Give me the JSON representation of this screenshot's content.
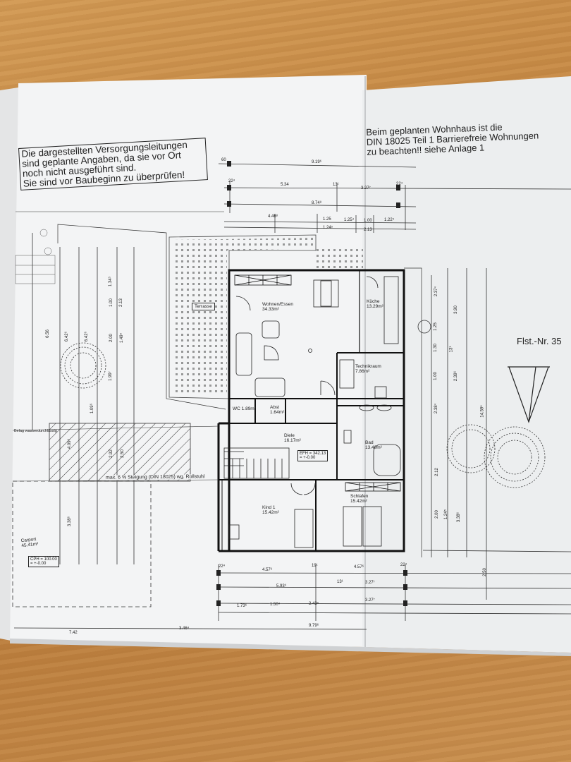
{
  "notes": {
    "supply_lines": [
      "Die dargestellten Versorgungsleitungen",
      "sind geplante Angaben, da sie vor Ort",
      "noch nicht ausgeführt sind.",
      "Sie sind vor Baubeginn zu überprüfen!"
    ],
    "accessibility": [
      "Beim geplanten Wohnhaus ist die",
      "DIN 18025 Teil 1 Barrierefreie Wohnungen",
      "zu beachten!! siehe Anlage 1"
    ]
  },
  "parcel_label": "Flst.-Nr. 35",
  "rooms": {
    "wohnen": {
      "name": "Wohnen/Essen",
      "area": "34.33m²"
    },
    "kueche": {
      "name": "Küche",
      "area": "13.29m²"
    },
    "technik": {
      "name": "Technikraum",
      "area": "7.86m²"
    },
    "wc": {
      "name": "WC",
      "area": "1.89m²"
    },
    "abst": {
      "name": "Abst",
      "area": "1.64m²"
    },
    "diele": {
      "name": "Diele",
      "area": "16.17m²"
    },
    "bad": {
      "name": "Bad",
      "area": "13.40m²"
    },
    "kind": {
      "name": "Kind 1",
      "area": "15.42m²"
    },
    "schlafen": {
      "name": "Schlafen",
      "area": "15.42m²"
    },
    "terrasse": {
      "name": "Terrasse"
    },
    "carport": {
      "name": "Carport",
      "area": "45.41m²"
    }
  },
  "levels": {
    "efh": "EFH = 342.13",
    "efh_rel": "= +-0.00",
    "cph": "CPH = 100.00",
    "cph_rel": "= +-0.00"
  },
  "ramp_text": "max. 6 % Steigung (DIN 18025) wg. Rollstuhl",
  "zufahrt_text": "Belag wasserdurchlässig",
  "dimensions": {
    "top": [
      "60",
      "9.19⁶",
      "22⁴",
      "5.34",
      "13¹",
      "3.27⁷",
      "22⁴",
      "8.74⁸",
      "4.46⁸",
      "1.25",
      "1.25⁴",
      "1.00",
      "1.22⁴",
      "1.24⁵",
      "2.13"
    ],
    "bottom": [
      "22⁴",
      "4.57⁶",
      "19¹",
      "4.57⁶",
      "22⁴",
      "5.93⁹",
      "13¹",
      "3.27⁷",
      "1.73⁶",
      "1.50⁴",
      "2.43⁵",
      "3.27⁷",
      "7.42",
      "3.46⁴",
      "9.79⁶"
    ],
    "right": [
      "2.37⁴",
      "3.90",
      "1.25",
      "1.30",
      "13¹",
      "1.00",
      "2.38⁴",
      "2.39⁶",
      "14.59⁶",
      "2.12",
      "2.00",
      "1.24⁵",
      "3.38⁶",
      "2.50"
    ],
    "left": [
      "6.56",
      "6.42⁶",
      "6.42⁶",
      "1.34⁵",
      "1.00",
      "2.13",
      "2.00",
      "1.49⁵",
      "1.99⁷",
      "1.09⁶",
      "2.92",
      "2.50",
      "3.38⁶",
      "4.09⁶"
    ]
  }
}
